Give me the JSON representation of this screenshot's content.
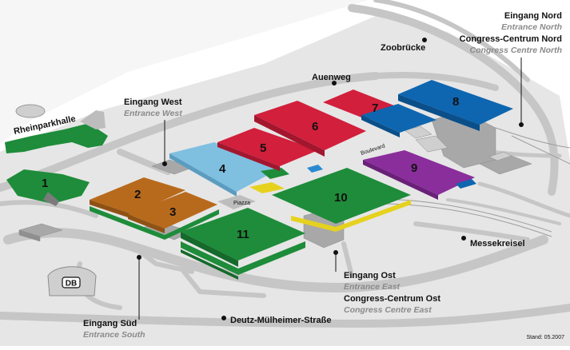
{
  "halls": [
    {
      "id": "1",
      "label": "1",
      "color": "#1e8c3a"
    },
    {
      "id": "2",
      "label": "2",
      "color": "#b86a1c"
    },
    {
      "id": "3",
      "label": "3",
      "color": "#b86a1c"
    },
    {
      "id": "4",
      "label": "4",
      "color": "#7fbfe0"
    },
    {
      "id": "5",
      "label": "5",
      "color": "#d21f3c"
    },
    {
      "id": "6",
      "label": "6",
      "color": "#d21f3c"
    },
    {
      "id": "7",
      "label": "7",
      "color": "#d21f3c"
    },
    {
      "id": "8",
      "label": "8",
      "color": "#0e66b0"
    },
    {
      "id": "9",
      "label": "9",
      "color": "#8a2e9c"
    },
    {
      "id": "10",
      "label": "10",
      "color": "#1e8c3a"
    },
    {
      "id": "11",
      "label": "11",
      "color": "#1e8c3a"
    }
  ],
  "labels": {
    "rheinparkhalle": "Rheinparkhalle",
    "eingang_west": "Eingang West",
    "entrance_west": "Entrance West",
    "auenweg": "Auenweg",
    "zoobruecke": "Zoobrücke",
    "eingang_nord": "Eingang Nord",
    "entrance_north": "Entrance North",
    "cc_nord": "Congress-Centrum Nord",
    "cc_north": "Congress Centre North",
    "boulevard": "Boulevard",
    "piazza": "Piazza",
    "messekreisel": "Messekreisel",
    "eingang_ost": "Eingang Ost",
    "entrance_east": "Entrance East",
    "cc_ost": "Congress-Centrum Ost",
    "cc_east": "Congress Centre East",
    "deutz": "Deutz-Mülheimer-Straße",
    "eingang_sued": "Eingang Süd",
    "entrance_south": "Entrance South",
    "db": "DB",
    "stand": "Stand: 05.2007"
  },
  "colors": {
    "road": "#c9c9c9",
    "ground": "#e8e8e8",
    "water": "#f4f4f4",
    "building_grey": "#a8a8a8",
    "hall_green": "#1e8c3a",
    "hall_brown": "#b86a1c",
    "hall_lightblue": "#7fbfe0",
    "hall_red": "#d21f3c",
    "hall_blue": "#0e66b0",
    "hall_purple": "#8a2e9c",
    "accent_yellow": "#e6d21e"
  }
}
